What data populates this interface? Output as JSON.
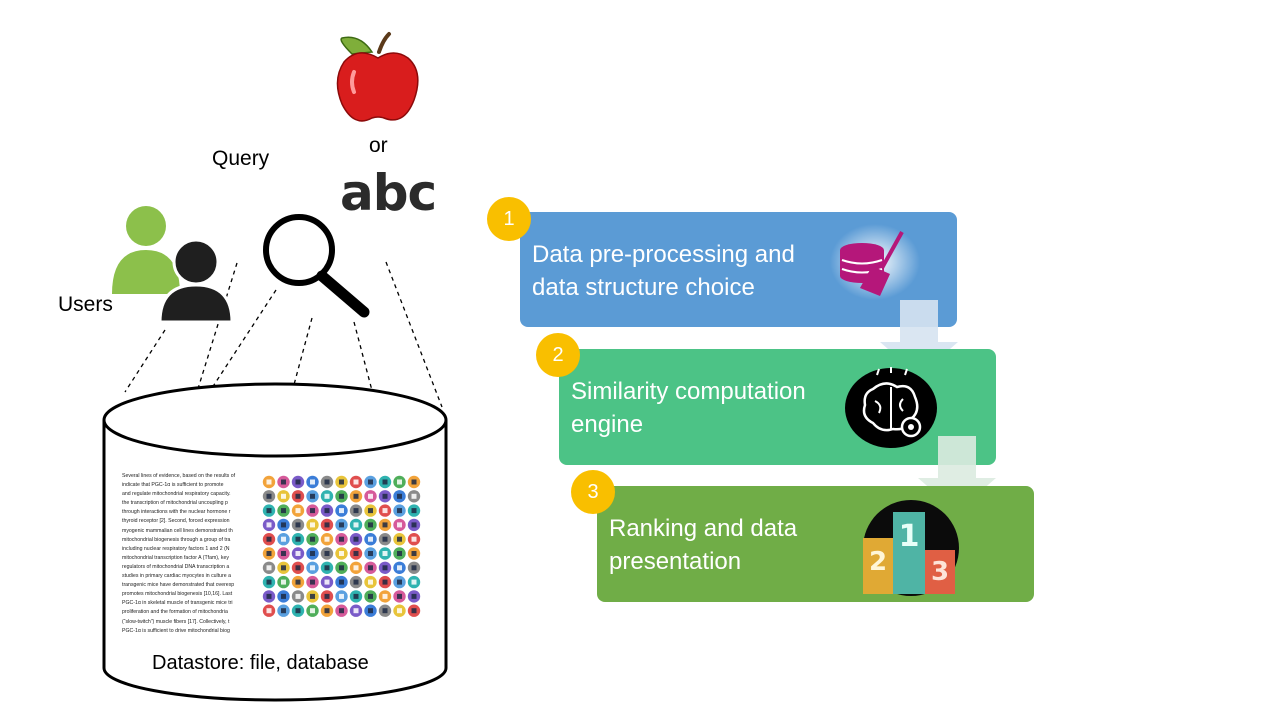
{
  "labels": {
    "or": "or",
    "abc": "abc",
    "query": "Query",
    "users": "Users",
    "datastore": "Datastore: file, database"
  },
  "steps": [
    {
      "number": "1",
      "text_line1": "Data pre-processing  and",
      "text_line2": "data structure choice",
      "color": "#5b9bd5",
      "icon": "data-cleaning-icon"
    },
    {
      "number": "2",
      "text_line1": "Similarity computation",
      "text_line2": "engine",
      "color": "#4cc386",
      "icon": "brain-gear-icon"
    },
    {
      "number": "3",
      "text_line1": "Ranking and data",
      "text_line2": "presentation",
      "color": "#70ad47",
      "icon": "podium-icon"
    }
  ],
  "colors": {
    "badge": "#f9bf00",
    "user_green": "#8cc04b",
    "user_dark": "#1f1f1f"
  },
  "document_lines": [
    "Several lines of evidence, based on the results of",
    "indicate that PGC-1α is sufficient to promote",
    "and regulate mitochondrial respiratory capacity.",
    "the transcription of mitochondrial uncoupling p",
    "through interactions with the nuclear hormone r",
    "thyroid receptor [2]. Second, forced expression",
    "myogenic mammalian cell lines demonstrated th",
    "mitochondrial biogenesis through a group of tra",
    "including nuclear respiratory factors 1 and 2 (N",
    "mitochondrial transcription factor A (Tfam), key",
    "regulators of mitochondrial DNA transcription a",
    "studies in primary cardiac myocytes in culture a",
    "transgenic mice have demonstrated that overexp",
    "promotes mitochondrial biogenesis [10,16]. Last",
    "PGC-1α in skeletal muscle of transgenic mice tri",
    "proliferation and the formation of mitochondria",
    "(“slow-twitch”) muscle fibers [17]. Collectively, t",
    "PGC-1α is sufficient to drive mitochondrial biog"
  ]
}
